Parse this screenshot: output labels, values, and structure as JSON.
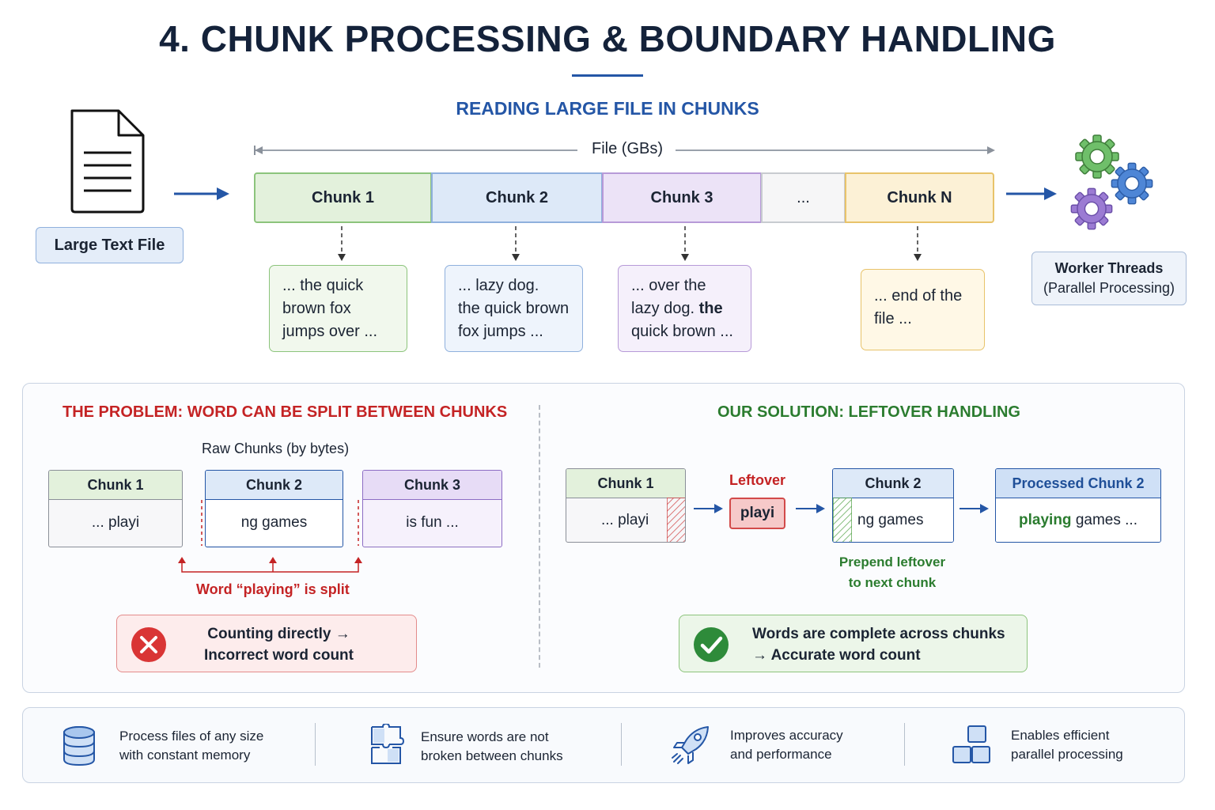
{
  "title": "4. CHUNK PROCESSING & BOUNDARY HANDLING",
  "reading": {
    "subtitle": "READING LARGE FILE IN CHUNKS",
    "file_label": "Large Text File",
    "span_label": "File (GBs)",
    "chunks": [
      "Chunk 1",
      "Chunk 2",
      "Chunk 3",
      "...",
      "Chunk N"
    ],
    "snippets": {
      "c1": [
        "... the quick",
        "brown fox",
        "jumps over ..."
      ],
      "c2": [
        "... lazy dog.",
        "the quick brown",
        "fox jumps ..."
      ],
      "c3_line1": "... over the",
      "c3_line2_a": "lazy dog. ",
      "c3_line2_b": "the",
      "c3_line3": "quick brown ...",
      "cN": [
        "... end of the",
        "file ..."
      ]
    },
    "workers": [
      "Worker Threads",
      "(Parallel Processing)"
    ]
  },
  "problem": {
    "heading": "THE PROBLEM: WORD CAN BE SPLIT BETWEEN CHUNKS",
    "raw_label": "Raw Chunks (by bytes)",
    "chunks": [
      {
        "title": "Chunk 1",
        "body": "... playi"
      },
      {
        "title": "Chunk 2",
        "body": "ng games"
      },
      {
        "title": "Chunk 3",
        "body": "is fun ..."
      }
    ],
    "split_label": "Word “playing” is split",
    "result": [
      "Counting directly →",
      "Incorrect word count"
    ]
  },
  "solution": {
    "heading": "OUR SOLUTION: LEFTOVER HANDLING",
    "chunk1": {
      "title": "Chunk 1",
      "body": "... playi"
    },
    "leftover_label": "Leftover",
    "leftover_value": "playi",
    "chunk2": {
      "title": "Chunk 2",
      "body": "ng games"
    },
    "processed": {
      "title": "Processed Chunk 2",
      "body_bold": "playing",
      "body_rest": " games ..."
    },
    "prepend_note": [
      "Prepend leftover",
      "to next chunk"
    ],
    "result": [
      "Words are complete across chunks",
      "→ Accurate word count"
    ]
  },
  "benefits": [
    {
      "icon": "database-icon",
      "lines": [
        "Process files of any size",
        "with constant memory"
      ]
    },
    {
      "icon": "puzzle-icon",
      "lines": [
        "Ensure words are not",
        "broken between chunks"
      ]
    },
    {
      "icon": "rocket-icon",
      "lines": [
        "Improves accuracy",
        "and performance"
      ]
    },
    {
      "icon": "blocks-icon",
      "lines": [
        "Enables efficient",
        "parallel processing"
      ]
    }
  ],
  "colors": {
    "navy": "#14223a",
    "blue": "#2456a6",
    "red": "#c42324",
    "green": "#2b7c2f",
    "chunk1_fill": "#e3f1dc",
    "chunk1_border": "#8cc47c",
    "chunk2_fill": "#dde9f8",
    "chunk2_border": "#8fb0dd",
    "chunk3_fill": "#ece3f7",
    "chunk3_border": "#b79ad8",
    "chunkN_fill": "#fcf1d6",
    "chunkN_border": "#e8c36a"
  }
}
